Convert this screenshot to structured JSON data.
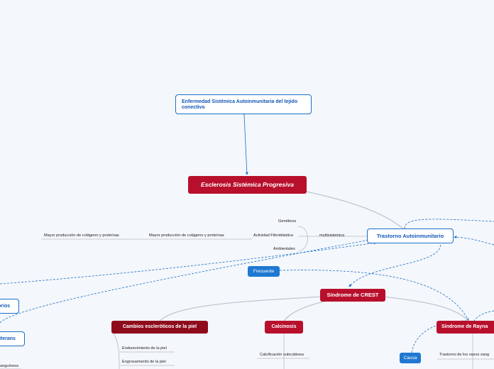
{
  "nodes": {
    "enfermedad": "Enfermedad Sistémica Autoinmunitaria del tejido conectivo",
    "esclerosis": "Esclerosis Sistémica Progresiva",
    "trastorno": "Trastorno Autoinmunitario",
    "frecuente": "Frecuente",
    "crest": "Síndrome de CREST",
    "cambios": "Cambios escleróticos de la piel",
    "calcinosis": "Calcinosis",
    "raynaud": "Síndrome de Rayna",
    "causa": "Causa",
    "left_a": "orios",
    "left_b": "literans"
  },
  "labels": {
    "geneticos": "Genéticos",
    "actividad": "Actividad Fibroblástica",
    "ambientales": "Ambientales",
    "multisistemica": "multisistemica",
    "mayor1": "Mayor producción de colágeno y proteínas",
    "mayor2": "Mayor producción de colágeno y proteínas",
    "endurecimiento": "Endurecimiento de la piel",
    "engrosamiento": "Engrosamiento de la piel",
    "calcificacion": "Calcificación subcutánea",
    "trastorno_vasos": "Trastorno de los vasos sang",
    "sanguineos": "anguíneos"
  },
  "colors": {
    "accent_blue": "#1b6fc8",
    "node_red": "#b8102c",
    "node_dark_red": "#8e0b1c",
    "tag_blue": "#1f78d1"
  }
}
